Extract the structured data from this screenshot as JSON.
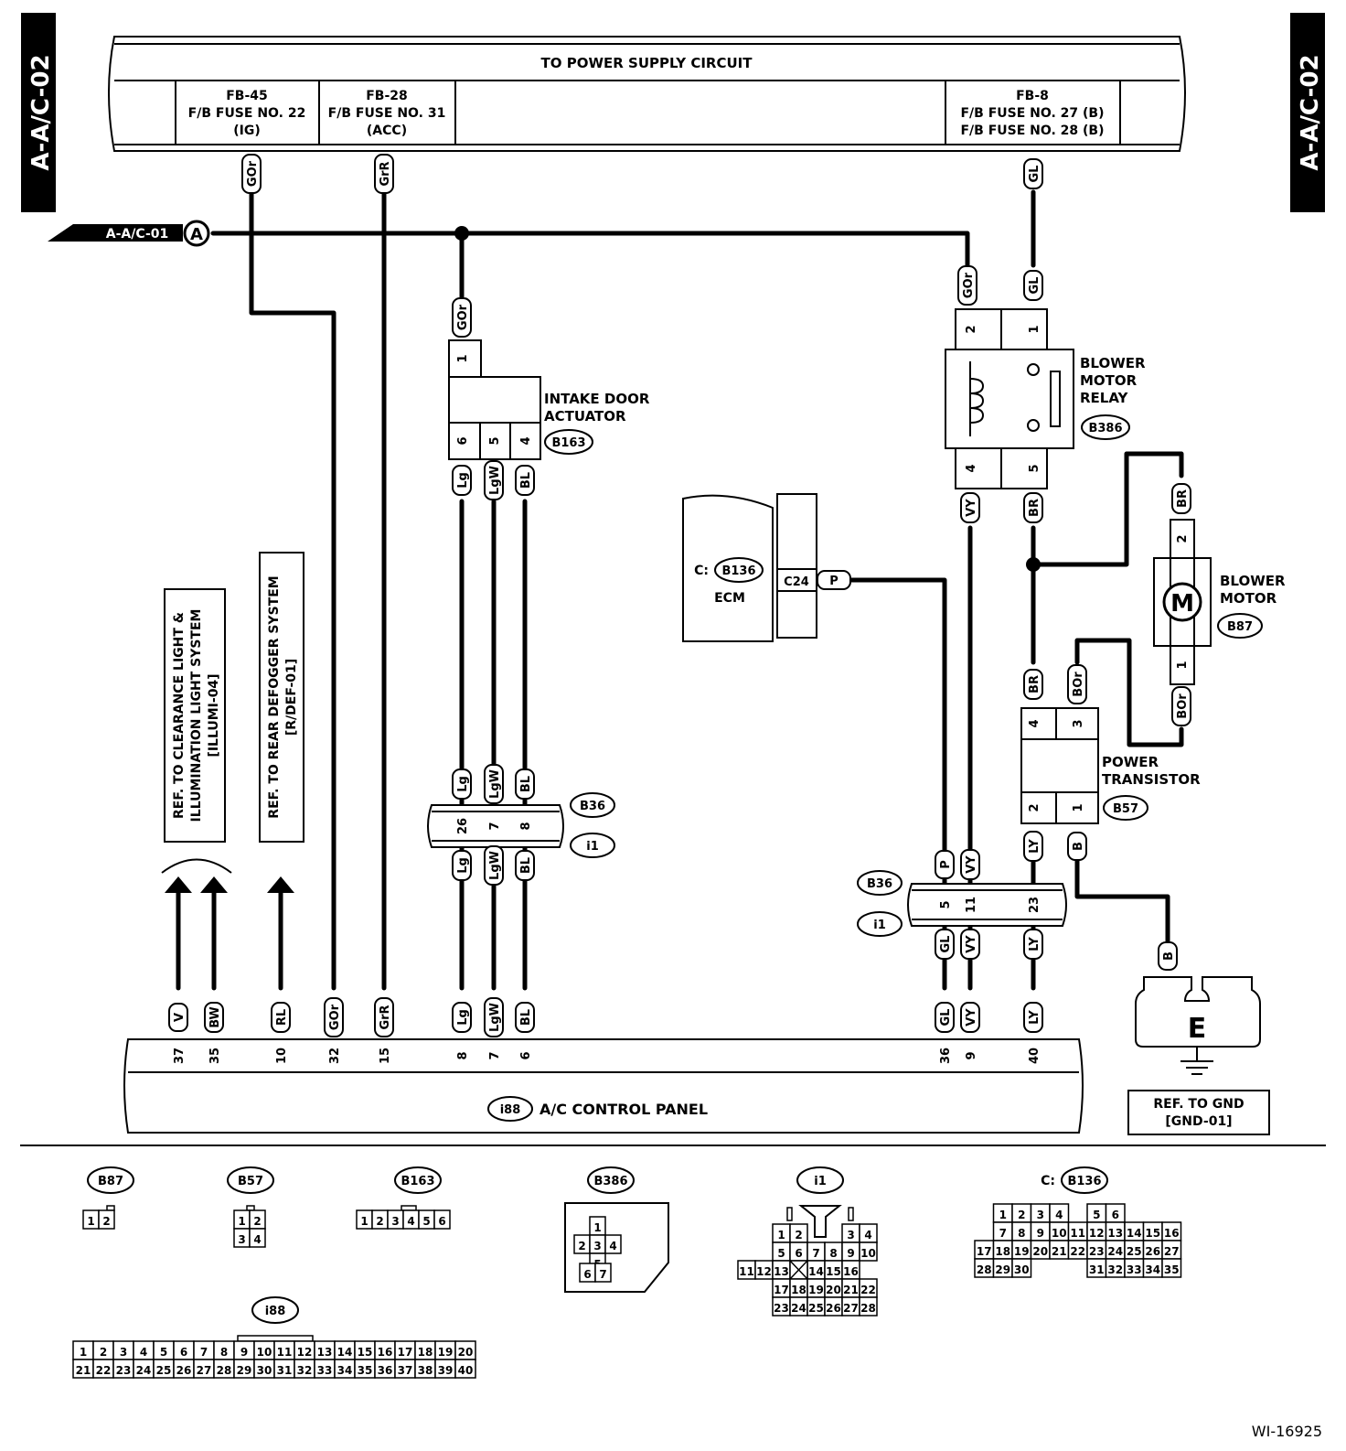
{
  "page_ref": {
    "left": "A-A/C-02",
    "right": "A-A/C-02",
    "offpage": "A-A/C-01",
    "offpage_circle": "A"
  },
  "power_supply": {
    "title": "TO POWER SUPPLY CIRCUIT",
    "fb45": {
      "l1": "FB-45",
      "l2": "F/B FUSE NO. 22",
      "l3": "(IG)"
    },
    "fb28": {
      "l1": "FB-28",
      "l2": "F/B FUSE NO. 31",
      "l3": "(ACC)"
    },
    "fb8": {
      "l1": "FB-8",
      "l2": "F/B FUSE NO. 27 (B)",
      "l3": "F/B FUSE NO. 28 (B)"
    }
  },
  "wire_colors": {
    "gor": "GOr",
    "grr": "GrR",
    "gl": "GL",
    "lg": "Lg",
    "lgw": "LgW",
    "bl": "BL",
    "vy": "VY",
    "br": "BR",
    "bor": "BOr",
    "p": "P",
    "ly": "LY",
    "b": "B",
    "v": "V",
    "bw": "BW",
    "rl": "RL"
  },
  "components": {
    "intake": {
      "l1": "INTAKE DOOR",
      "l2": "ACTUATOR",
      "id": "B163"
    },
    "relay": {
      "l1": "BLOWER",
      "l2": "MOTOR",
      "l3": "RELAY",
      "id": "B386"
    },
    "motor": {
      "l1": "BLOWER",
      "l2": "MOTOR",
      "id": "B87",
      "symbol": "M"
    },
    "transistor": {
      "l1": "POWER",
      "l2": "TRANSISTOR",
      "id": "B57"
    },
    "ecm": {
      "prefix": "C:",
      "id": "B136",
      "label": "ECM",
      "pin": "C24"
    },
    "panel": {
      "id": "i88",
      "label": "A/C CONTROL PANEL"
    },
    "gnd": {
      "symbol": "E",
      "l1": "REF. TO GND",
      "l2": "[GND-01]"
    },
    "junction_b36": "B36",
    "junction_i1": "i1"
  },
  "pins": {
    "intake": [
      "1",
      "6",
      "5",
      "4"
    ],
    "relay": [
      "2",
      "1",
      "4",
      "5"
    ],
    "motor": [
      "2",
      "1"
    ],
    "transistor": [
      "4",
      "3",
      "2",
      "1"
    ],
    "b36_left": [
      "26",
      "7",
      "8"
    ],
    "b36_right": [
      "5",
      "11",
      "23"
    ],
    "panel": [
      "37",
      "35",
      "10",
      "32",
      "15",
      "8",
      "7",
      "6",
      "36",
      "9",
      "40"
    ]
  },
  "refs": {
    "clearance": {
      "l1": "REF. TO CLEARANCE LIGHT &",
      "l2": "ILLUMINATION LIGHT SYSTEM",
      "l3": "[ILLUMI-04]"
    },
    "defogger": {
      "l1": "REF. TO REAR DEFOGGER SYSTEM",
      "l2": "[R/DEF-01]"
    }
  },
  "connectors": {
    "b87": "B87",
    "b57": "B57",
    "b163": "B163",
    "b386": "B386",
    "i1": "i1",
    "b136_prefix": "C:",
    "b136": "B136",
    "i88": "i88"
  },
  "figure_id": "WI-16925"
}
